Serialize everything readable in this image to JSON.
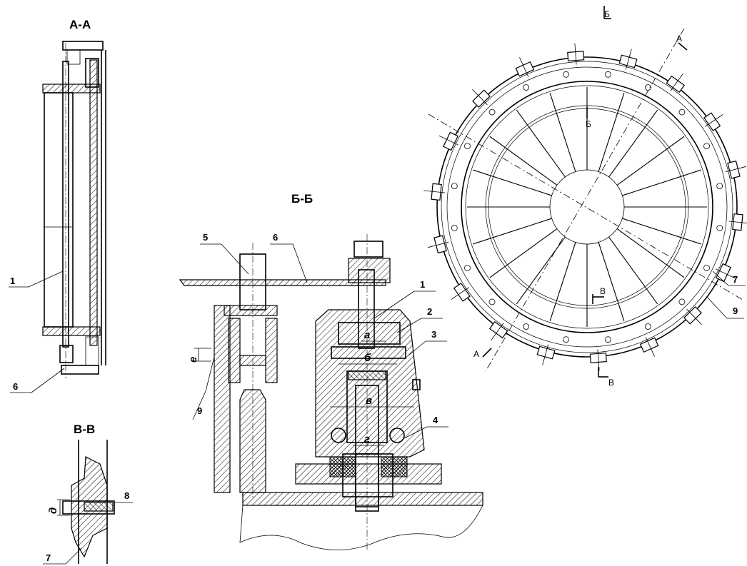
{
  "views": {
    "aa": {
      "title": "А-А",
      "labels": [
        "1",
        "6"
      ]
    },
    "vv": {
      "title": "В-В",
      "labels": [
        "8",
        "7"
      ],
      "dim": "д"
    },
    "bb": {
      "title": "Б-Б",
      "labels": [
        "5",
        "6",
        "1",
        "2",
        "3",
        "4",
        "9"
      ],
      "dims": [
        "а",
        "б",
        "в",
        "г",
        "е"
      ]
    },
    "plan": {
      "labels": [
        "7",
        "9"
      ],
      "section_marks": [
        "Б",
        "А",
        "Б",
        "В",
        "В",
        "А"
      ]
    }
  },
  "colors": {
    "line": "#000000",
    "background": "#ffffff"
  }
}
